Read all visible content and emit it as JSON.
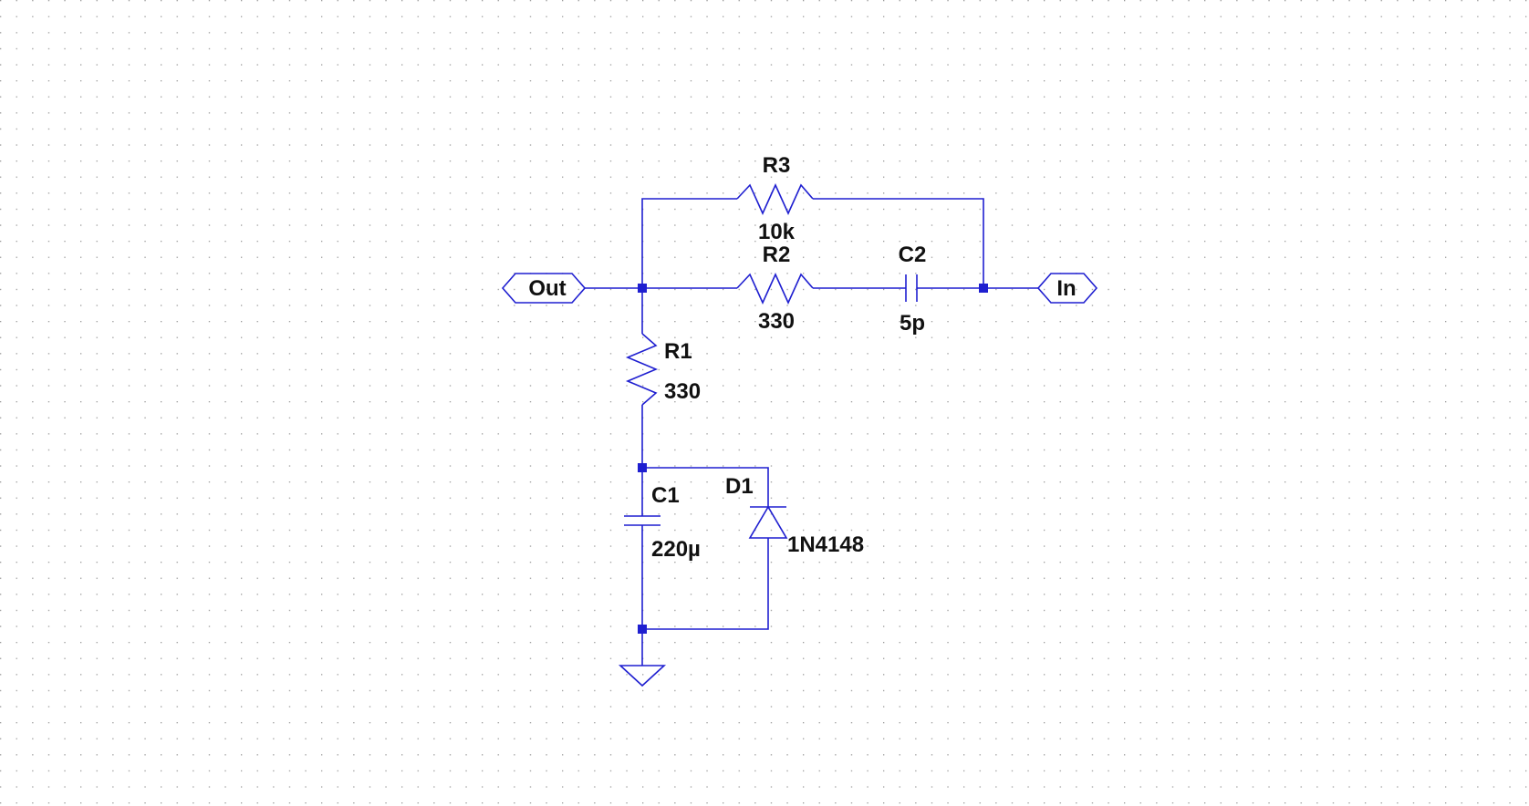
{
  "colors": {
    "wire": "#1f1fd0",
    "grid_dot": "#9a9a9a",
    "background": "#ffffff",
    "text": "#111111"
  },
  "net_labels": {
    "out": "Out",
    "in": "In"
  },
  "components": {
    "r3": {
      "ref": "R3",
      "value": "10k"
    },
    "r2": {
      "ref": "R2",
      "value": "330"
    },
    "c2": {
      "ref": "C2",
      "value": "5p"
    },
    "r1": {
      "ref": "R1",
      "value": "330"
    },
    "c1": {
      "ref": "C1",
      "value": "220µ"
    },
    "d1": {
      "ref": "D1",
      "value": "1N4148"
    }
  },
  "ground": {
    "icon": "ground-symbol-icon"
  }
}
